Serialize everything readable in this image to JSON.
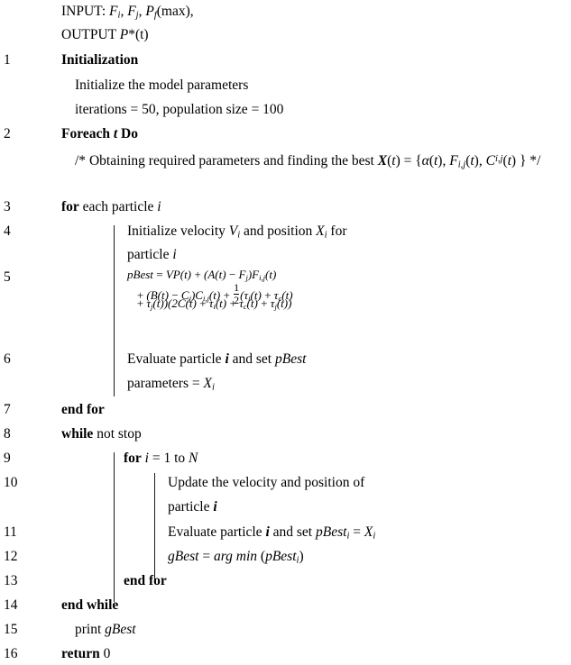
{
  "algorithm": {
    "header": [
      {
        "id": "input",
        "number": "",
        "text": "INPUT: Fi, Fj, Pf(max),"
      },
      {
        "id": "output",
        "number": "",
        "text": "OUTPUT P*(t)"
      }
    ],
    "steps": [
      {
        "number": "1",
        "text": "Initialization"
      },
      {
        "number": "",
        "text": "Initialize the model parameters"
      },
      {
        "number": "",
        "text": "iterations = 50, population size = 100"
      },
      {
        "number": "2",
        "text": "Foreach t Do"
      },
      {
        "number": "",
        "text": "/* Obtaining required parameters and finding the best X(t) = {α(t), Fi,j(t), Ci,j(t) } */"
      },
      {
        "number": "3",
        "text": "for each particle i"
      },
      {
        "number": "4",
        "text": "Initialize velocity Vi and position Xi for"
      },
      {
        "number": "",
        "text": "particle i"
      },
      {
        "number": "5",
        "text": "pBest = VP(t) + (A(t) − Fj)Fi,j(t) + (B(t) − Cj)Ci,j(t) + 1/2(τi(t) + τc(t) + τj(t))(2C(t) + τi(t) + τc(t) + τj(t))"
      },
      {
        "number": "6",
        "text": "Evaluate particle i and set pBest"
      },
      {
        "number": "",
        "text": "parameters = Xi"
      },
      {
        "number": "7",
        "text": "end for"
      },
      {
        "number": "8",
        "text": "while not stop"
      },
      {
        "number": "9",
        "text": "for i = 1 to N"
      },
      {
        "number": "10",
        "text": "Update the velocity and position of"
      },
      {
        "number": "",
        "text": "particle i"
      },
      {
        "number": "11",
        "text": "Evaluate particle i and set pBesti = Xi"
      },
      {
        "number": "12",
        "text": "gBest = arg min (pBesti)"
      },
      {
        "number": "13",
        "text": "end for"
      },
      {
        "number": "14",
        "text": "end while"
      },
      {
        "number": "15",
        "text": "print gBest"
      },
      {
        "number": "16",
        "text": "return 0"
      }
    ],
    "labels": {
      "input_kw": "INPUT:",
      "output_kw": "OUTPUT",
      "initialization": "Initialization",
      "init_params": "Initialize the model parameters",
      "iterations_line": "iterations = 50, population size = 100",
      "foreach": "Foreach",
      "do": "Do",
      "comment_open": "/*",
      "comment_body": "Obtaining required parameters and finding the best",
      "comment_close": "} */",
      "for": "for",
      "each_particle": "each particle",
      "initialize_velocity": "Initialize velocity",
      "and_position": "and position",
      "for_word": "for",
      "particle": "particle",
      "evaluate_particle": "Evaluate particle",
      "and_set": "and set",
      "pbest": "pBest",
      "parameters_eq": "parameters =",
      "end_for": "end for",
      "while": "while",
      "not_stop": "not stop",
      "i_eq_1_to": "= 1 to",
      "update_velocity": "Update the velocity and position of",
      "gbest": "gBest",
      "arg_min": "arg min",
      "end_while": "end while",
      "print": "print",
      "return": "return",
      "zero": "0"
    },
    "numbers": {
      "n1": "1",
      "n2": "2",
      "n3": "3",
      "n4": "4",
      "n5": "5",
      "n6": "6",
      "n7": "7",
      "n8": "8",
      "n9": "9",
      "n10": "10",
      "n11": "11",
      "n12": "12",
      "n13": "13",
      "n14": "14",
      "n15": "15",
      "n16": "16"
    },
    "formula": {
      "line1": "pBest = VP(t) + (A(t) − Fj)Fi,j(t)",
      "line2": "+ (B(t) − Cj)Ci,j(t) + 1/2(τi(t) + τc(t)",
      "line3": "+ τj(t))(2C(t) + τi(t) + τc(t) + τj(t))",
      "numerator": "1",
      "denominator": "2"
    },
    "symbols": {
      "F": "F",
      "P": "P",
      "X": "X",
      "V": "V",
      "N": "N",
      "t": "t",
      "i": "i",
      "j": "j",
      "alpha": "α",
      "tau": "τ",
      "star": "*",
      "max": "(max)",
      "comma": ",",
      "C": "C"
    }
  }
}
